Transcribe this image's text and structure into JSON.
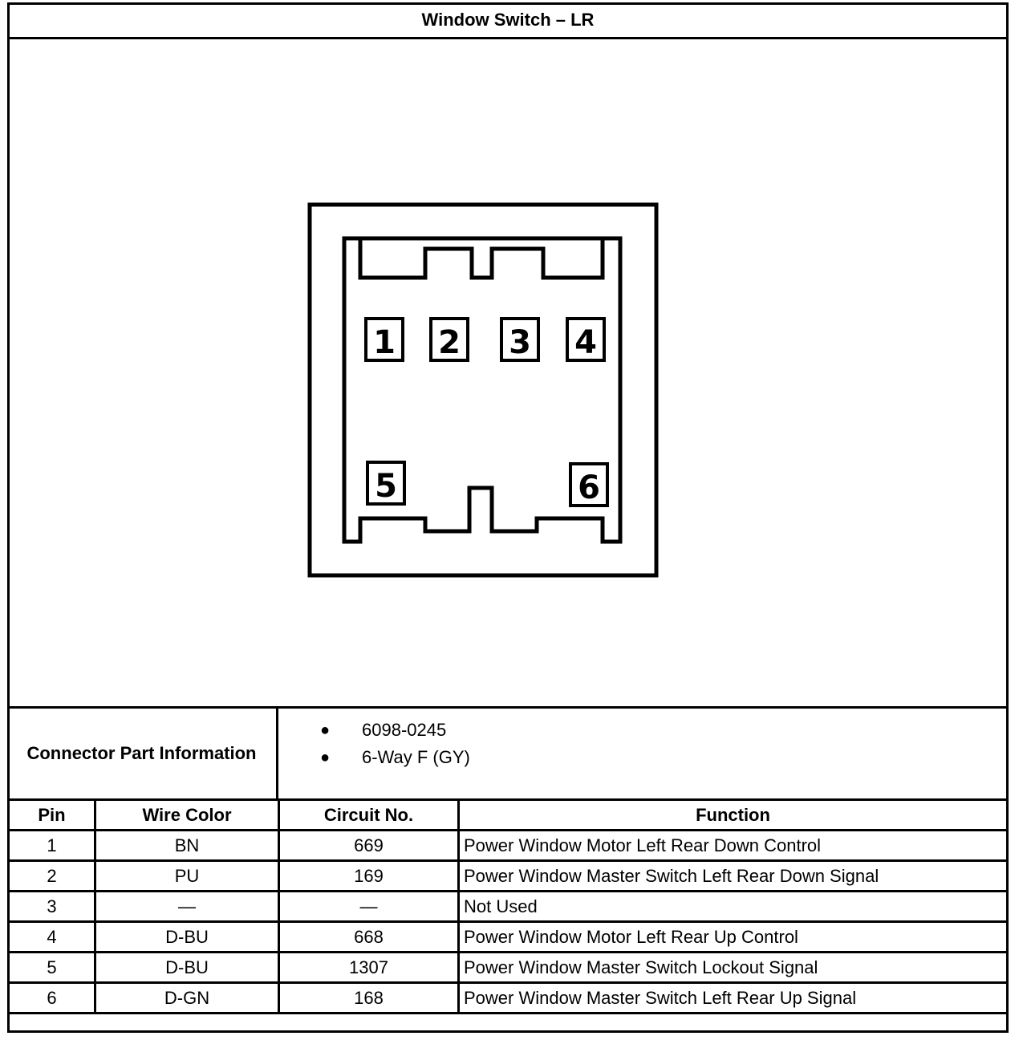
{
  "title": "Window Switch – LR",
  "connector": {
    "pin_labels": [
      "1",
      "2",
      "3",
      "4",
      "5",
      "6"
    ]
  },
  "info": {
    "label": "Connector Part Information",
    "items": [
      "6098-0245",
      "6-Way F (GY)"
    ],
    "bullet": "●"
  },
  "table": {
    "headers": {
      "pin": "Pin",
      "wire_color": "Wire Color",
      "circuit": "Circuit No.",
      "function": "Function"
    },
    "rows": [
      {
        "pin": "1",
        "wire_color": "BN",
        "circuit": "669",
        "function": "Power Window Motor Left Rear Down Control"
      },
      {
        "pin": "2",
        "wire_color": "PU",
        "circuit": "169",
        "function": "Power Window Master Switch Left Rear Down Signal"
      },
      {
        "pin": "3",
        "wire_color": "—",
        "circuit": "—",
        "function": "Not Used"
      },
      {
        "pin": "4",
        "wire_color": "D-BU",
        "circuit": "668",
        "function": "Power Window Motor Left Rear Up Control"
      },
      {
        "pin": "5",
        "wire_color": "D-BU",
        "circuit": "1307",
        "function": "Power Window Master Switch Lockout Signal"
      },
      {
        "pin": "6",
        "wire_color": "D-GN",
        "circuit": "168",
        "function": "Power Window Master Switch Left Rear Up Signal"
      }
    ]
  }
}
